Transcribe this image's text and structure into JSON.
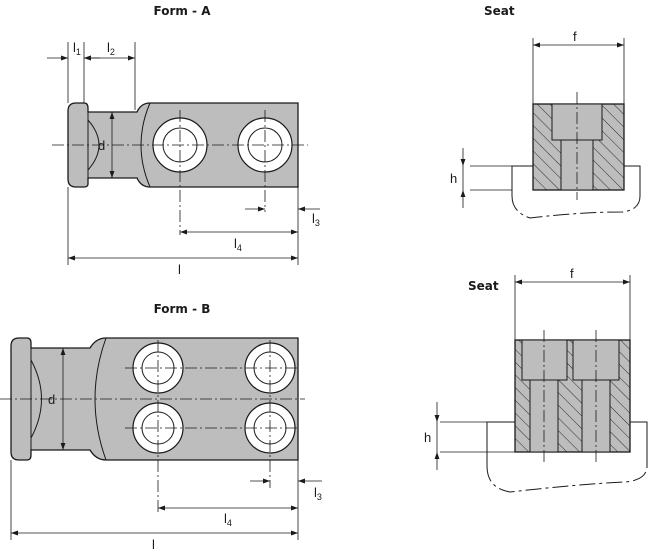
{
  "titles": {
    "form_a": "Form - A",
    "form_b": "Form - B",
    "seat_a": "Seat",
    "seat_b": "Seat"
  },
  "form_a_dims": {
    "l1": "l1",
    "l2": "l2",
    "d": "d",
    "l3": "l3",
    "l4": "l4",
    "l": "l"
  },
  "form_b_dims": {
    "d": "d",
    "l3": "l3",
    "l4": "l4",
    "l": "l"
  },
  "seat_a_dims": {
    "f": "f",
    "h": "h"
  },
  "seat_b_dims": {
    "f": "f",
    "h": "h"
  }
}
